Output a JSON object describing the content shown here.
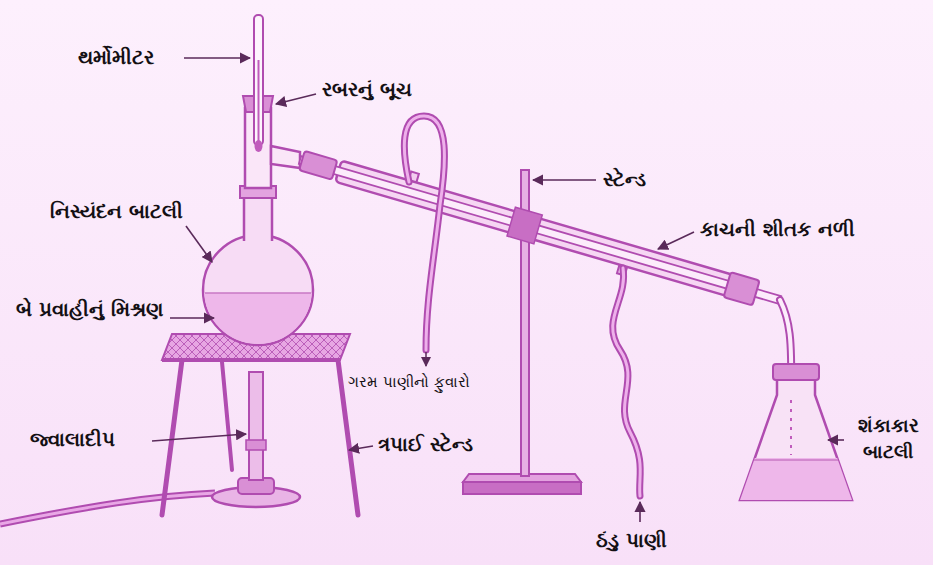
{
  "diagram": {
    "labels": [
      "થર્મોમીટર",
      "રબરનું બૂચ",
      "સ્ટેન્ડ",
      "નિસ્યંદન બાટલી",
      "કાચની શીતક નળી",
      "બે પ્રવાહીનું મિશ્રણ",
      "ગરમ પાણીનો ફુવારો",
      "જ્વાલાદીપ",
      "ત્રપાઈ સ્ટેન્ડ",
      "શંકાકાર બાટલી",
      "ઠંડુ પાણી"
    ]
  }
}
